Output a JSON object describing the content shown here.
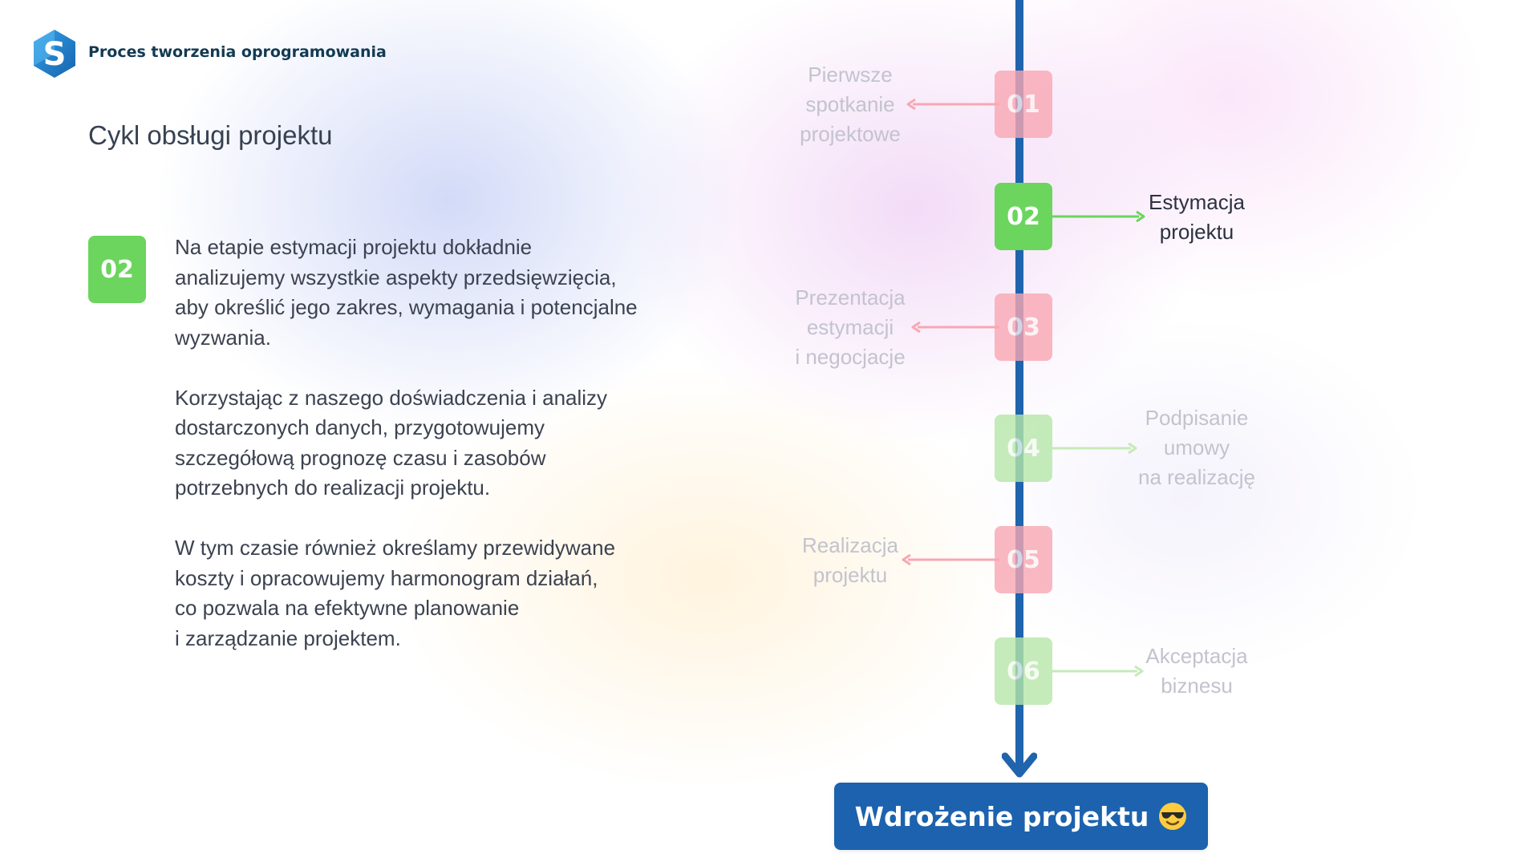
{
  "header": {
    "logo_letter": "S",
    "app_title": "Proces tworzenia oprogramowania"
  },
  "section_title": "Cykl obsługi projektu",
  "detail": {
    "step_number": "02",
    "paragraphs": [
      "Na etapie estymacji projektu dokładnie\nanalizujemy wszystkie aspekty przedsięwzięcia,\naby określić jego zakres, wymagania i potencjalne\nwyzwania.",
      "Korzystając z naszego doświadczenia i analizy\ndostarczonych danych, przygotowujemy\nszczegółową prognozę czasu i zasobów\npotrzebnych do realizacji projektu.",
      "W tym czasie również określamy przewidywane\nkoszty i opracowujemy harmonogram działań,\nco pozwala na efektywne planowanie\ni zarządzanie projektem."
    ]
  },
  "steps": [
    {
      "number": "01",
      "label": "Pierwsze\nspotkanie\nprojektowe",
      "side": "left",
      "color": "#f9a7b3",
      "active": false
    },
    {
      "number": "02",
      "label": "Estymacja\nprojektu",
      "side": "right",
      "color": "#6bd55d",
      "active": true
    },
    {
      "number": "03",
      "label": "Prezentacja\nestymacji\ni negocjacje",
      "side": "left",
      "color": "#f9a7b3",
      "active": false
    },
    {
      "number": "04",
      "label": "Podpisanie\numowy\nna realizację",
      "side": "right",
      "color": "#b6e7a8",
      "active": false
    },
    {
      "number": "05",
      "label": "Realizacja\nprojektu",
      "side": "left",
      "color": "#f9a7b3",
      "active": false
    },
    {
      "number": "06",
      "label": "Akceptacja\nbiznesu",
      "side": "right",
      "color": "#b6e7a8",
      "active": false
    }
  ],
  "cta": {
    "label": "Wdrożenie projektu",
    "emoji_icon": "sunglasses-emoji-icon"
  },
  "colors": {
    "timeline_blue": "#1f64ad",
    "cta_blue": "#1c62ae",
    "active_green": "#6bd55d",
    "inactive_red": "#f9a7b3",
    "inactive_green": "#b6e7a8",
    "logo_blue": "#1e78c8"
  }
}
